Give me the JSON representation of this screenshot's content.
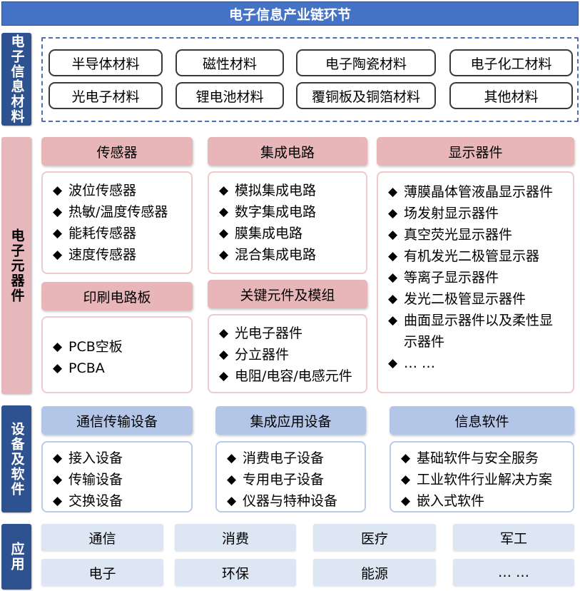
{
  "title": "电子信息产业链环节",
  "sections": {
    "materials": {
      "label": "电子信息材料",
      "items": [
        "半导体材料",
        "磁性材料",
        "电子陶瓷材料",
        "电子化工材料",
        "光电子材料",
        "锂电池材料",
        "覆铜板及铜箔材料",
        "其他材料"
      ]
    },
    "components": {
      "label": "电子元器件",
      "groups": [
        {
          "title": "传感器",
          "items": [
            "波位传感器",
            "热敏/温度传感器",
            "能耗传感器",
            "速度传感器"
          ]
        },
        {
          "title": "集成电路",
          "items": [
            "模拟集成电路",
            "数字集成电路",
            "膜集成电路",
            "混合集成电路"
          ]
        },
        {
          "title": "显示器件",
          "items": [
            "薄膜晶体管液晶显示器件",
            "场发射显示器件",
            "真空荧光显示器件",
            "有机发光二极管显示器",
            "等离子显示器件",
            "发光二极管显示器件",
            "曲面显示器件以及柔性显示器件",
            "… …"
          ]
        },
        {
          "title": "印刷电路板",
          "items": [
            "PCB空板",
            "PCBA"
          ]
        },
        {
          "title": "关键元件及模组",
          "items": [
            "光电子器件",
            "分立器件",
            "电阻/电容/电感元件"
          ]
        }
      ]
    },
    "equipment": {
      "label": "设备及软件",
      "groups": [
        {
          "title": "通信传输设备",
          "items": [
            "接入设备",
            "传输设备",
            "交换设备"
          ]
        },
        {
          "title": "集成应用设备",
          "items": [
            "消费电子设备",
            "专用电子设备",
            "仪器与特种设备"
          ]
        },
        {
          "title": "信息软件",
          "items": [
            "基础软件与安全服务",
            "工业软件行业解决方案",
            "嵌入式软件"
          ]
        }
      ]
    },
    "applications": {
      "label": "应用",
      "items": [
        "通信",
        "消费",
        "医疗",
        "军工",
        "电子",
        "环保",
        "能源",
        "… …"
      ]
    }
  },
  "bullet": "◆",
  "colors": {
    "title_blue": "#4472c4",
    "side_blue": "#2e528f",
    "pink_header": "#e8b6b8",
    "blue_header": "#b4c6e7",
    "app_fill": "#dde6f3"
  }
}
